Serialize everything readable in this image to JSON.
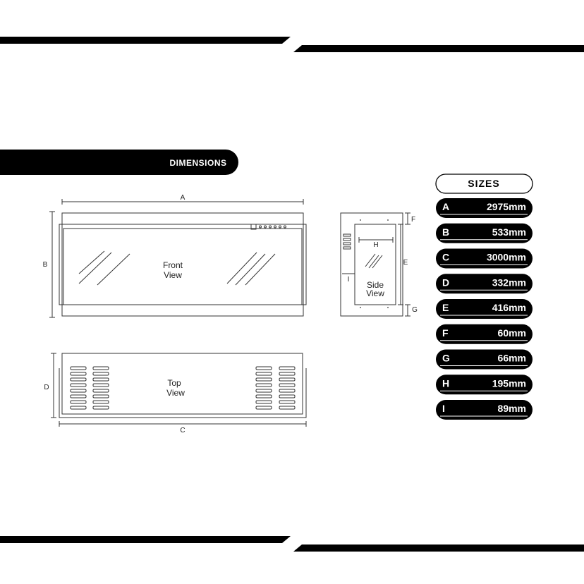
{
  "header": {
    "tab_label": "DIMENSIONS"
  },
  "front_view": {
    "label_line1": "Front",
    "label_line2": "View",
    "dim_width": "A",
    "dim_height": "B"
  },
  "side_view": {
    "label_line1": "Side",
    "label_line2": "View",
    "dim_top": "F",
    "dim_height": "E",
    "dim_bottom": "G",
    "dim_inner_width": "H",
    "dim_offset": "I"
  },
  "top_view": {
    "label_line1": "Top",
    "label_line2": "View",
    "dim_depth": "D",
    "dim_width": "C"
  },
  "sizes": {
    "title": "SIZES",
    "items": [
      {
        "letter": "A",
        "value": "2975mm"
      },
      {
        "letter": "B",
        "value": "533mm"
      },
      {
        "letter": "C",
        "value": "3000mm"
      },
      {
        "letter": "D",
        "value": "332mm"
      },
      {
        "letter": "E",
        "value": "416mm"
      },
      {
        "letter": "F",
        "value": "60mm"
      },
      {
        "letter": "G",
        "value": "66mm"
      },
      {
        "letter": "H",
        "value": "195mm"
      },
      {
        "letter": "I",
        "value": "89mm"
      }
    ]
  }
}
